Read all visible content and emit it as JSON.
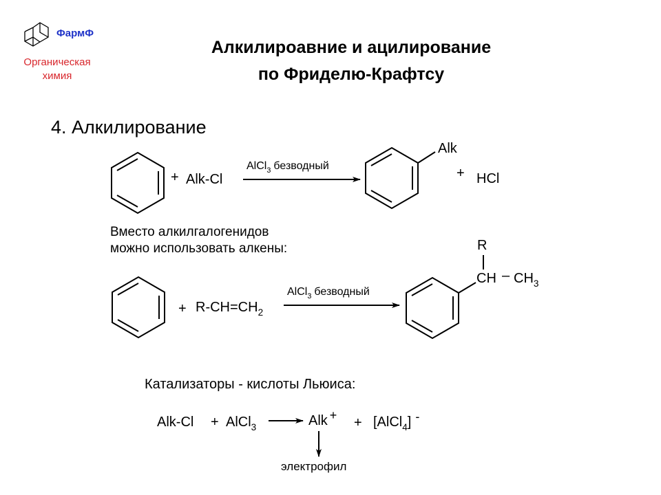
{
  "header": {
    "logo_name": "ФармФ",
    "logo_subtitle": "Органическая химия",
    "title_line1": "Алкилироавние и ацилирование",
    "title_line2": "по Фриделю-Крафтсу"
  },
  "section_heading": "4. Алкилирование",
  "reaction1": {
    "plus1": "+",
    "reagent": "Alk-Cl",
    "catalyst_main": "AlCl",
    "catalyst_sub": "3",
    "catalyst_note": "безводный",
    "substituent": "Alk",
    "plus2": "+",
    "byproduct": "HCl"
  },
  "note": {
    "line1": "Вместо алкилгалогенидов",
    "line2": "можно использовать алкены:"
  },
  "reaction2": {
    "plus": "+",
    "reagent_main": "R-CH=CH",
    "reagent_sub": "2",
    "catalyst_main": "AlCl",
    "catalyst_sub": "3",
    "catalyst_note": "безводный",
    "r_label": "R",
    "ch_label": "CH",
    "dash": "–",
    "ch3_main": "CH",
    "ch3_sub": "3"
  },
  "lewis": {
    "heading": "Катализаторы - кислоты Льюиса:",
    "left1": "Alk-Cl",
    "plus1": "+",
    "left2_main": "AlCl",
    "left2_sub": "3",
    "cation": "Alk",
    "cation_charge": "+",
    "plus2": "+",
    "anion_main": "[AlCl",
    "anion_sub": "4",
    "anion_close": "]",
    "anion_charge": "-",
    "electrophile_label": "электрофил"
  },
  "colors": {
    "logo_name": "#1f33c8",
    "logo_subtitle": "#d8262c",
    "text": "#000000"
  }
}
